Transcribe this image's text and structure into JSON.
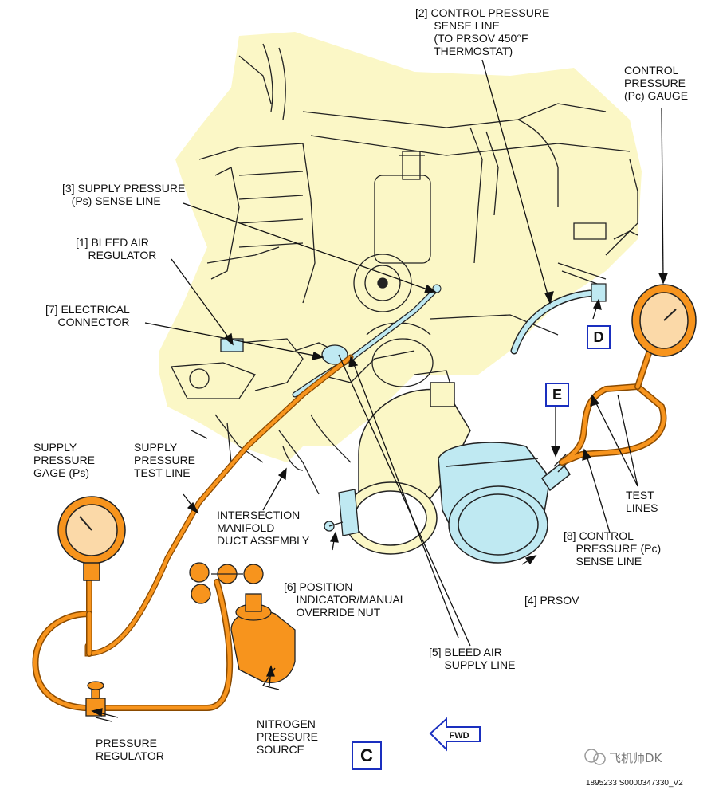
{
  "labels": {
    "control_sense": "[2] CONTROL PRESSURE\n      SENSE LINE\n      (TO PRSOV 450°F\n      THERMOSTAT)",
    "control_gauge": "CONTROL\nPRESSURE\n(Pc) GAUGE",
    "supply_sense": "[3] SUPPLY PRESSURE\n   (Ps) SENSE LINE",
    "bleed_regulator": "[1] BLEED AIR\n    REGULATOR",
    "electrical_connector": "[7] ELECTRICAL\n    CONNECTOR",
    "supply_gauge": "SUPPLY\nPRESSURE\nGAGE (Ps)",
    "supply_test_line": "SUPPLY\nPRESSURE\nTEST LINE",
    "manifold": "INTERSECTION\nMANIFOLD\nDUCT ASSEMBLY",
    "position_indicator": "[6] POSITION\n    INDICATOR/MANUAL\n    OVERRIDE NUT",
    "bleed_supply_line": "[5] BLEED AIR\n     SUPPLY LINE",
    "prsov": "[4] PRSOV",
    "control_pc_sense": "[8] CONTROL\n    PRESSURE (Pc)\n    SENSE LINE",
    "test_lines": "TEST\nLINES",
    "pressure_regulator": "PRESSURE\nREGULATOR",
    "nitrogen": "NITROGEN\nPRESSURE\nSOURCE"
  },
  "view_markers": {
    "d": "D",
    "e": "E",
    "c": "C"
  },
  "fwd_arrow": "FWD",
  "doc_id": "1895233 S0000347330_V2",
  "watermark": "飞机师DK",
  "colors": {
    "engine_fill": "#fbf7c6",
    "line_orange": "#f7941d",
    "line_orange_dark": "#8a4a00",
    "component_blue": "#bfe9f2",
    "marker_blue": "#1a2fbf",
    "outline": "#222222"
  }
}
